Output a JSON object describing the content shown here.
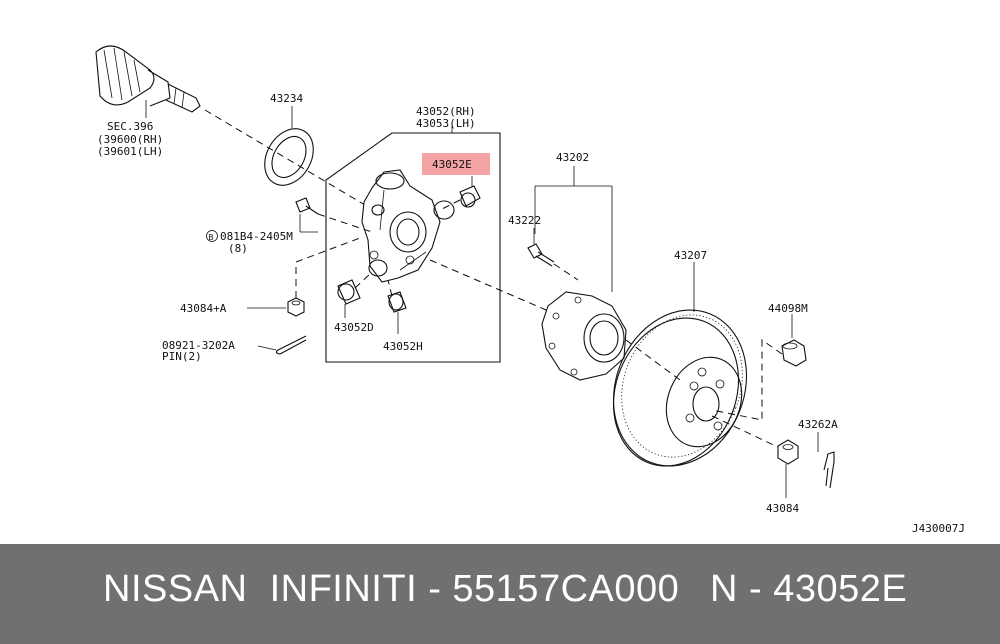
{
  "diagram": {
    "labels": {
      "sec396": "SEC.396",
      "sec396_rh": "(39600(RH)",
      "sec396_lh": "(39601(LH)",
      "p43234": "43234",
      "p43052rh": "43052(RH)",
      "p43053lh": "43053(LH)",
      "p43052e": "43052E",
      "p43202": "43202",
      "p43222": "43222",
      "p43207": "43207",
      "p081b4": "081B4-2405M",
      "p081b4_qty": "(8)",
      "bolt_mark": "B",
      "p43084a": "43084+A",
      "p43052d": "43052D",
      "p43052h": "43052H",
      "p08921": "08921-3202A",
      "pin": "PIN(2)",
      "p44098m": "44098M",
      "p43262a": "43262A",
      "p43084": "43084",
      "ref": "J430007J"
    },
    "colors": {
      "highlight": "#f4a3a3",
      "line": "#111111"
    }
  },
  "footer": {
    "brand": "NISSAN  INFINITI - 55157CA000",
    "part": "N - 43052E",
    "background": "#707070",
    "text_color": "#ffffff"
  }
}
